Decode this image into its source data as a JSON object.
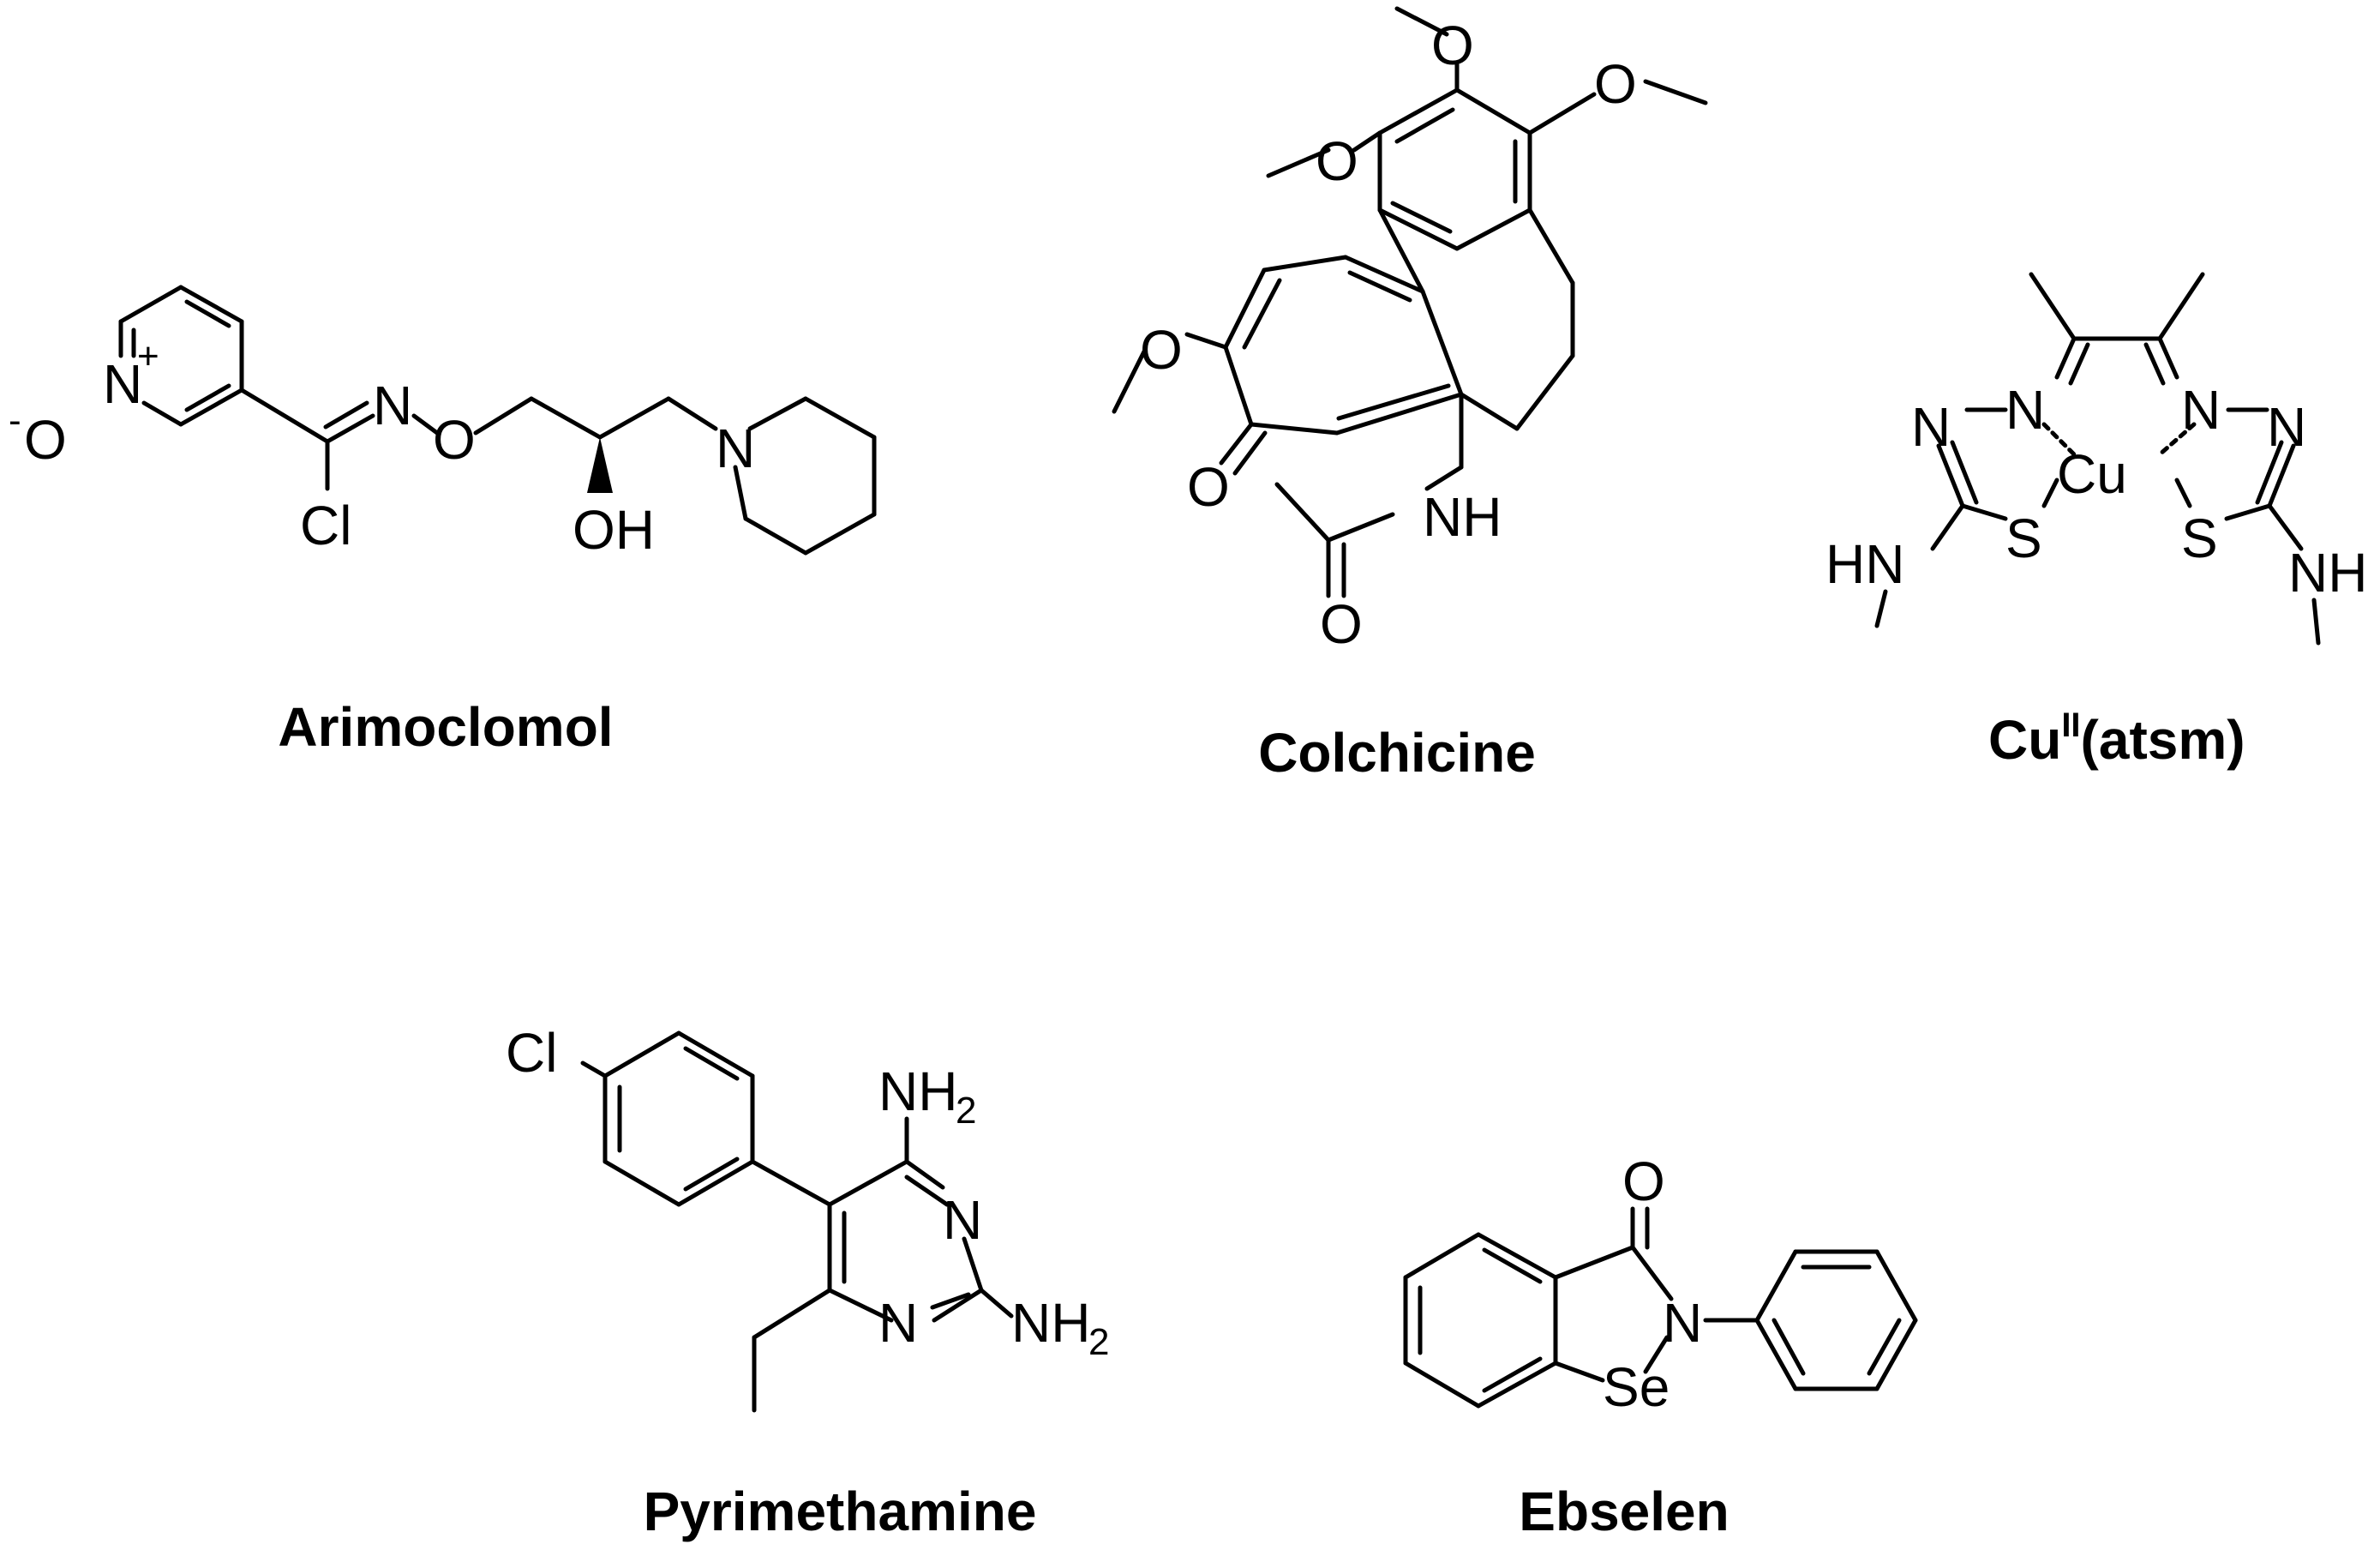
{
  "figure": {
    "background": "#ffffff",
    "ink": "#000000",
    "compounds": [
      {
        "name": "Arimoclomol",
        "atom_labels": [
          "N",
          "+",
          "-",
          "O",
          "N",
          "O",
          "Cl",
          "OH",
          "N"
        ]
      },
      {
        "name": "Colchicine",
        "atom_labels": [
          "O",
          "O",
          "O",
          "O",
          "O",
          "NH",
          "O"
        ]
      },
      {
        "name": "Cu",
        "name_superscript": "II",
        "name_suffix": "(atsm)",
        "atom_labels": [
          "N",
          "N",
          "N",
          "N",
          "Cu",
          "S",
          "S",
          "HN",
          "NH"
        ]
      },
      {
        "name": "Pyrimethamine",
        "atom_labels": [
          "Cl",
          "NH",
          "2",
          "N",
          "N",
          "NH",
          "2"
        ]
      },
      {
        "name": "Ebselen",
        "atom_labels": [
          "O",
          "N",
          "Se"
        ]
      }
    ]
  }
}
